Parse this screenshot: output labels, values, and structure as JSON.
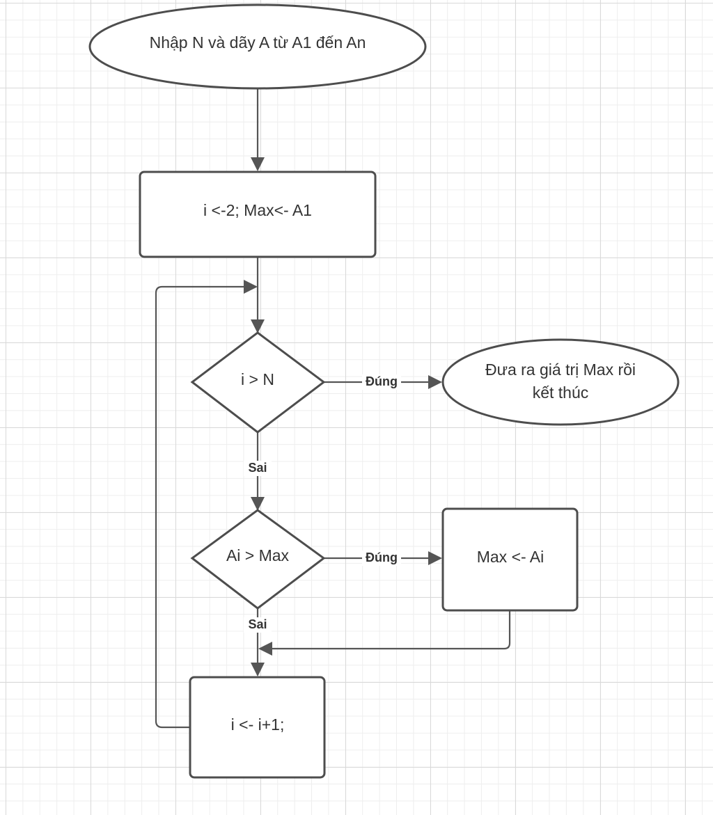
{
  "nodes": {
    "start": "Nhập N và dãy A từ A1 đến An",
    "init": "i <-2; Max<- A1",
    "cond_i_gt_n": "i > N",
    "output_line1": "Đưa ra giá trị Max  rồi",
    "output_line2": "kết thúc",
    "cond_ai_gt_max": "Ai > Max",
    "assign_max": "Max <- Ai",
    "increment": "i <- i+1;"
  },
  "edge_labels": {
    "cond1_true": "Đúng",
    "cond1_false": "Sai",
    "cond2_true": "Đúng",
    "cond2_false": "Sai"
  },
  "colors": {
    "stroke": "#4d4d4d",
    "text": "#333333",
    "grid": "#d9d9d9"
  }
}
